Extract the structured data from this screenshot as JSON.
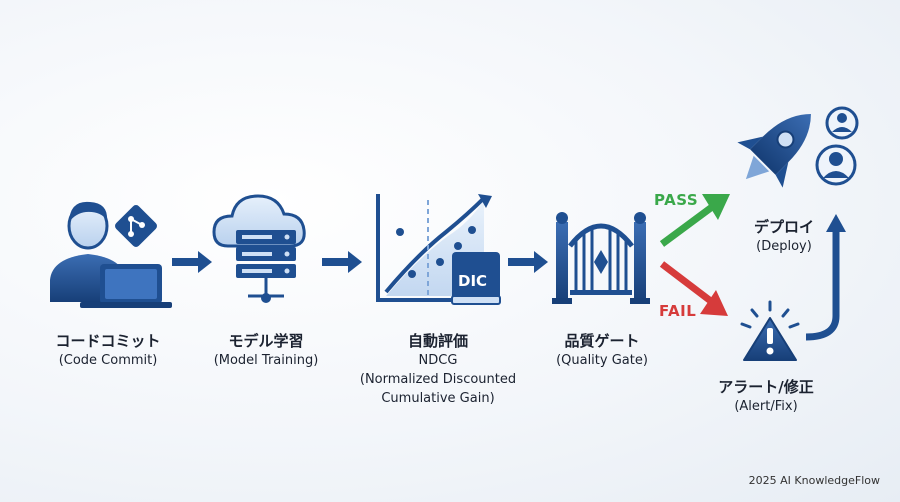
{
  "stages": {
    "commit": {
      "title": "コードコミット",
      "subtitle": "(Code Commit)"
    },
    "training": {
      "title": "モデル学習",
      "subtitle": "(Model Training)"
    },
    "evaluation": {
      "title": "自動評価",
      "lines": [
        "NDCG",
        "(Normalized Discounted",
        "Cumulative Gain)"
      ],
      "badge": "DIC"
    },
    "gate": {
      "title": "品質ゲート",
      "subtitle": "(Quality Gate)"
    },
    "deploy": {
      "title": "デプロイ",
      "subtitle": "(Deploy)"
    },
    "alert": {
      "title": "アラート/修正",
      "subtitle": "(Alert/Fix)"
    }
  },
  "branches": {
    "pass": "PASS",
    "fail": "FAIL"
  },
  "colors": {
    "primary": "#1f4f91",
    "light": "#cfe0f5",
    "pass": "#3aa84a",
    "fail": "#d63b3b"
  },
  "icons": {
    "commit": "developer-laptop-icon",
    "git": "git-branch-icon",
    "training": "cloud-server-icon",
    "evaluation": "chart-book-icon",
    "gate": "gate-icon",
    "deploy": "rocket-icon",
    "users": "user-icon",
    "alert": "warning-icon"
  },
  "footer": "2025 AI KnowledgeFlow"
}
